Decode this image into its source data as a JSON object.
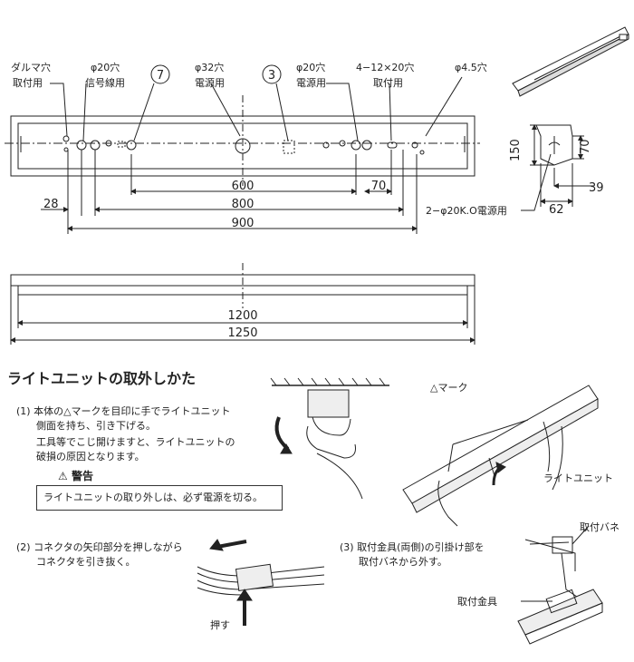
{
  "top": {
    "labels": {
      "daruma": "ダルマ穴",
      "toritsuke1": "取付用",
      "phi20a": "φ20穴",
      "shingo": "信号線用",
      "circle7": "7",
      "phi32": "φ32穴",
      "dengen1": "電源用",
      "circle3": "3",
      "phi20b": "φ20穴",
      "dengen2": "電源用",
      "slot": "4−12×20穴",
      "toritsuke2": "取付用",
      "phi45": "φ4.5穴"
    },
    "dims": {
      "d600": "600",
      "d70": "70",
      "d28": "28",
      "d800": "800",
      "d900": "900"
    },
    "section": {
      "d150": "150",
      "d70": "70",
      "d39": "39",
      "d62": "62",
      "note": "2−φ20K.O電源用"
    }
  },
  "side": {
    "dims": {
      "d1200": "1200",
      "d1250": "1250"
    }
  },
  "howto": {
    "title": "ライトユニットの取外しかた",
    "step1_line1": "(1) 本体の△マークを目印に手でライトユニット",
    "step1_line2": "側面を持ち、引き下げる。",
    "step1_line3": "工具等でこじ開けますと、ライトユニットの",
    "step1_line4": "破損の原因となります。",
    "warning_title": "警告",
    "warning_text": "ライトユニットの取り外しは、必ず電源を切る。",
    "mark_label": "△マーク",
    "unit_label": "ライトユニット",
    "step2_line1": "(2) コネクタの矢印部分を押しながら",
    "step2_line2": "コネクタを引き抜く。",
    "push_label": "押す",
    "step3_line1": "(3) 取付金具(両側)の引掛け部を",
    "step3_line2": "取付バネから外す。",
    "spring_label": "取付バネ",
    "bracket_label": "取付金具"
  }
}
